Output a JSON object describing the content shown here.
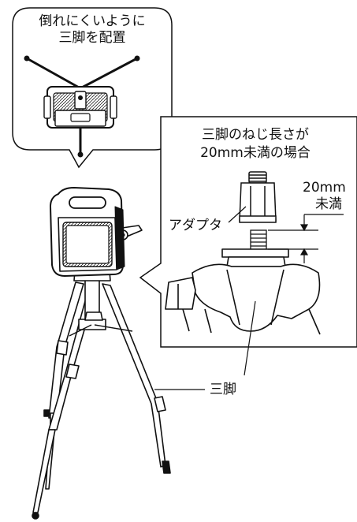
{
  "callout_top": {
    "line1": "倒れにくいように",
    "line2": "三脚を配置"
  },
  "detail": {
    "heading_line1": "三脚のねじ長さが",
    "heading_line2": "20mm未満の場合",
    "dimension_value": "20mm",
    "dimension_qualifier": "未満",
    "adapter_label": "アダプタ",
    "tripod_head_label": "三脚"
  },
  "tripod_label": "三脚"
}
